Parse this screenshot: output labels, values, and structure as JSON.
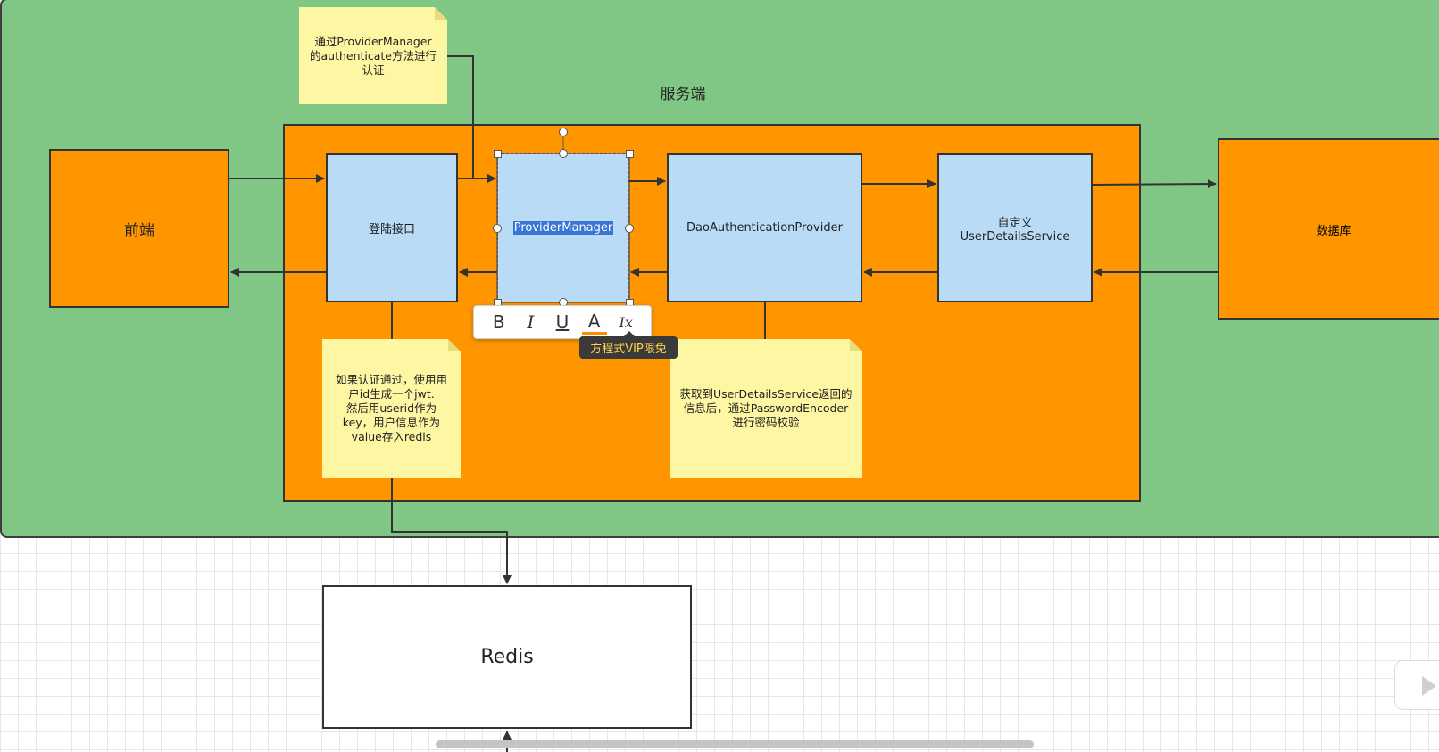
{
  "diagram": {
    "server_label": "服务端",
    "nodes": {
      "frontend": "前端",
      "login": "登陆接口",
      "provider_manager": "ProviderManager",
      "dao_provider": "DaoAuthenticationProvider",
      "custom_uds_line1": "自定义",
      "custom_uds_line2": "UserDetailsService",
      "database": "数据库",
      "redis": "Redis"
    },
    "notes": {
      "top_note_lines": [
        "通过ProviderManager",
        "的authenticate方法进行",
        "认证"
      ],
      "jwt_note_lines": [
        "如果认证通过，使用用",
        "户id生成一个jwt.",
        "然后用userid作为",
        "key，用户信息作为",
        "value存入redis"
      ],
      "encoder_note_lines": [
        "获取到UserDetailsService返回的",
        "信息后，通过PasswordEncoder",
        "进行密码校验"
      ]
    }
  },
  "toolbar": {
    "bold": "B",
    "italic": "I",
    "underline": "U",
    "font_color": "A",
    "clear_format": "Ix",
    "tooltip": "方程式VIP限免"
  },
  "colors": {
    "server_bg": "#80c684",
    "container_bg": "#ff9600",
    "process_box": "#b9dbf6",
    "note": "#fdf7a3",
    "selection": "#3875d7"
  }
}
